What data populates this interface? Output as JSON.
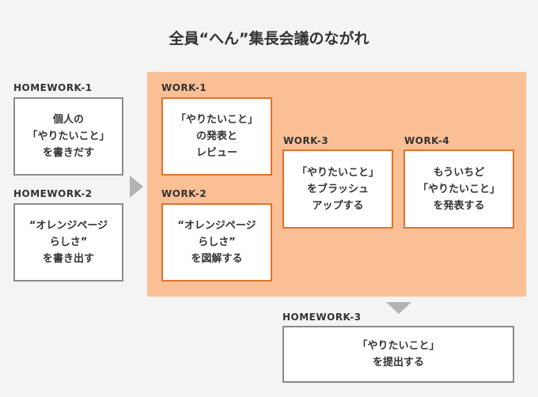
{
  "title": "全員“へん”集長会議のながれ",
  "homework1": {
    "label": "HOMEWORK-1",
    "lines": [
      "個人の",
      "「やりたいこと」",
      "を書きだす"
    ]
  },
  "homework2": {
    "label": "HOMEWORK-2",
    "lines": [
      "“オレンジページ",
      "らしさ”",
      "を書き出す"
    ]
  },
  "work1": {
    "label": "WORK-1",
    "lines": [
      "「やりたいこと」",
      "の発表と",
      "レビュー"
    ]
  },
  "work2": {
    "label": "WORK-2",
    "lines": [
      "“オレンジページ",
      "らしさ”",
      "を図解する"
    ]
  },
  "work3": {
    "label": "WORK-3",
    "lines": [
      "「やりたいこと」",
      "をブラッシュ",
      "アップする"
    ]
  },
  "work4": {
    "label": "WORK-4",
    "lines": [
      "もういちど",
      "「やりたいこと」",
      "を発表する"
    ]
  },
  "homework3": {
    "label": "HOMEWORK-3",
    "lines": [
      "「やりたいこと」",
      "を提出する"
    ]
  },
  "colors": {
    "panel": "#fbbf95",
    "orange_border": "#e2712b",
    "gray_border": "#8a8a8a",
    "arrow": "#b3b3b3"
  }
}
